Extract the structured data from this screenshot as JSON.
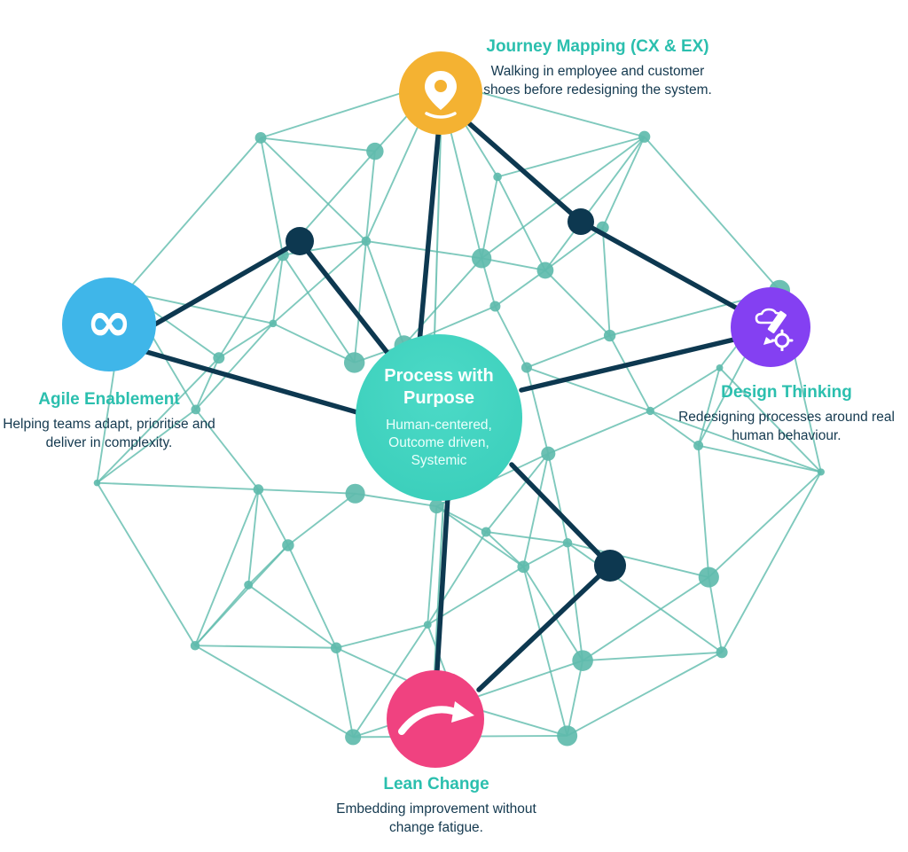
{
  "center": {
    "title": "Process with Purpose",
    "subtitle": "Human-centered, Outcome driven, Systemic",
    "color": "#3bceba"
  },
  "nodes": [
    {
      "id": "journey-mapping",
      "label": "Journey Mapping (CX & EX)",
      "description": "Walking in employee and customer shoes before redesigning the system.",
      "color": "#f4b232",
      "icon": "location-pin-icon"
    },
    {
      "id": "agile-enablement",
      "label": "Agile Enablement",
      "description": "Helping teams adapt, prioritise and deliver in complexity.",
      "color": "#3fb6e9",
      "icon": "infinity-icon"
    },
    {
      "id": "design-thinking",
      "label": "Design Thinking",
      "description": "Redesigning processes around real human behaviour.",
      "color": "#8440f2",
      "icon": "design-tools-icon"
    },
    {
      "id": "lean-change",
      "label": "Lean Change",
      "description": "Embedding improvement without change fatigue.",
      "color": "#f04280",
      "icon": "curved-arrow-icon"
    }
  ],
  "colors": {
    "mesh_teal": "#5fbbac",
    "dark_navy": "#0d3850",
    "heading_teal": "#2bbfae",
    "body_text": "#14394f"
  }
}
